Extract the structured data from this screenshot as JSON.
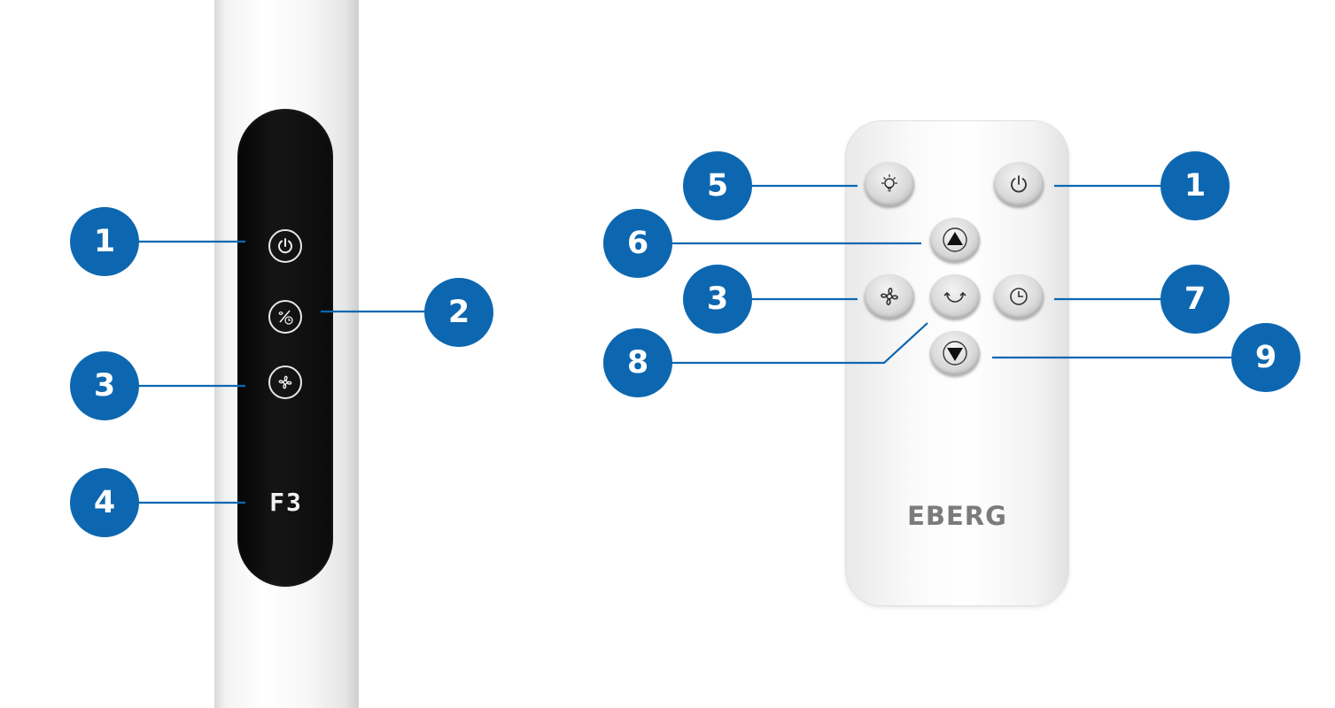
{
  "fan_panel": {
    "display_text": "F3",
    "icons": [
      "power-icon",
      "speed-timer-icon",
      "fan-mode-icon"
    ]
  },
  "remote": {
    "brand": "EBERG",
    "icons": [
      "light-icon",
      "power-icon",
      "up-arrow-icon",
      "fan-mode-icon",
      "oscillation-icon",
      "timer-icon",
      "down-arrow-icon"
    ]
  },
  "callouts": {
    "left": [
      "1",
      "2",
      "3",
      "4"
    ],
    "remote": [
      "5",
      "1",
      "6",
      "3",
      "7",
      "8",
      "9"
    ]
  },
  "colors": {
    "callout": "#0d67b0",
    "leader_line": "#0d67b0",
    "panel": "#0b0b0b",
    "brand_text": "#7b7b7b"
  }
}
